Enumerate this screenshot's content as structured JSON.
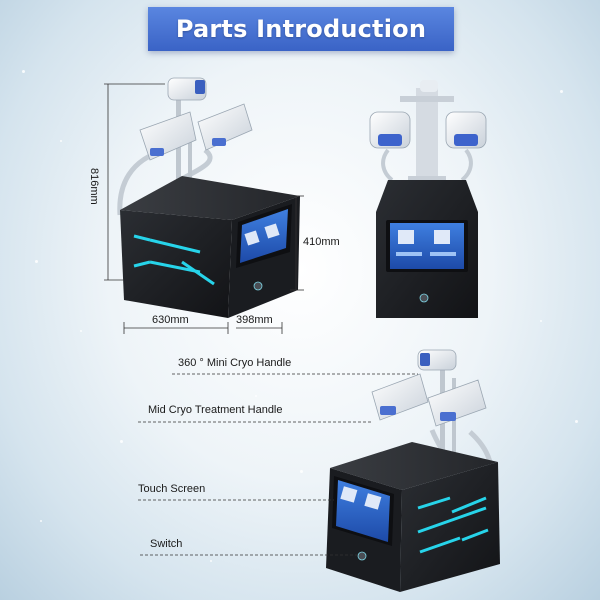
{
  "title": "Parts Introduction",
  "dimensions": {
    "height": "816mm",
    "screen_height": "410mm",
    "width": "630mm",
    "depth": "398mm"
  },
  "callouts": {
    "mini_cryo_handle": "360 ° Mini Cryo Handle",
    "mid_cryo_handle": "Mid Cryo Treatment Handle",
    "touch_screen": "Touch Screen",
    "switch": "Switch"
  },
  "colors": {
    "banner": "#3a63c6",
    "machine_body": "#1c1e22",
    "accent_light": "#27d4ea",
    "screen": "#2a66c8"
  }
}
